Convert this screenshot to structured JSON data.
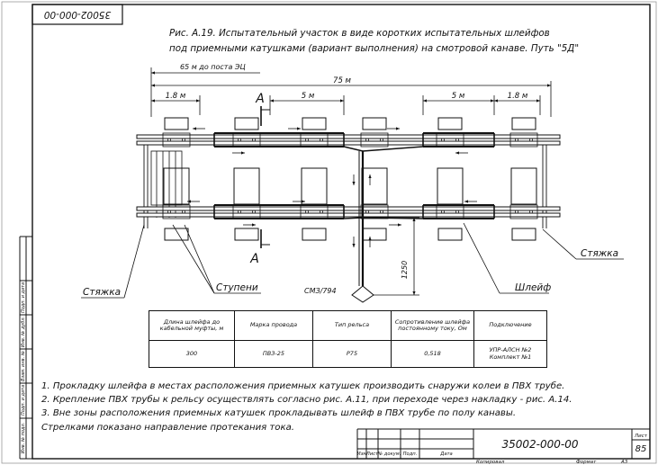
{
  "sheet": {
    "doc_number_rotated": "35002-000-00",
    "title_line1": "Рис. А.19. Испытательный участок в виде коротких испытательных шлейфов",
    "title_line2": "под приемными катушками (вариант выполнения) на смотровой канаве. Путь \"5Д\""
  },
  "dimensions": {
    "to_post": "65 м до поста ЭЦ",
    "total": "75 м",
    "left_short": "1.8 м",
    "left_5m": "5 м",
    "right_5m": "5 м",
    "right_short": "1.8 м",
    "vertical": "1250",
    "section_mark": "А"
  },
  "labels": {
    "styazhka_left": "Стяжка",
    "stupeni": "Ступени",
    "smz": "СМЗ/794",
    "shleif": "Шлейф",
    "styazhka_right": "Стяжка"
  },
  "table": {
    "headers": [
      "Длина шлейфа до кабельной муфты, м",
      "Марка провода",
      "Тип рельса",
      "Сопротивление шлейфа постоянному току, Ом",
      "Подключение"
    ],
    "row": [
      "300",
      "ПВЗ-25",
      "Р75",
      "0,518",
      "УПР-АЛСН №2 Комплект №1"
    ]
  },
  "notes": [
    "1. Прокладку шлейфа в местах расположения приемных катушек производить снаружи колеи в ПВХ трубе.",
    "2. Крепление ПВХ трубы к рельсу осуществлять согласно рис. А.11, при переходе через накладку - рис. А.14.",
    "3. Вне зоны расположения приемных катушек прокладывать шлейф в ПВХ трубе по полу канавы.",
    "Стрелками показано направление протекания тока."
  ],
  "side_stamp": [
    "Инв. № подл.",
    "Подп. и дата",
    "Взам. инв. №",
    "Инв. № дубл.",
    "Подп. и дата"
  ],
  "title_block": {
    "cols": [
      "Изм",
      "Лист",
      "№ докум.",
      "Подп.",
      "Дата"
    ],
    "doc_number": "35002-000-00",
    "sheet_label": "Лист",
    "sheet_number": "85",
    "copied": "Копировал",
    "format": "Формат",
    "format_value": "А3"
  }
}
